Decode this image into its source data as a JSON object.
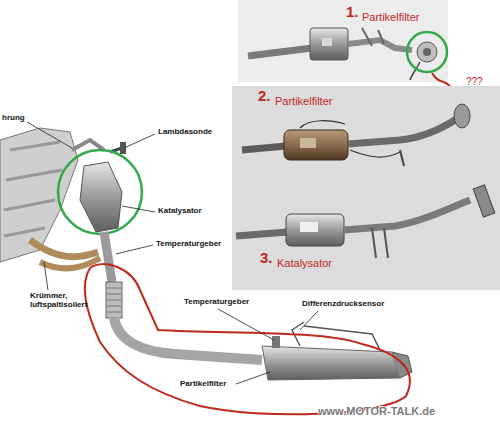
{
  "diagram": {
    "labels": [
      "1.",
      "Partikelfilter",
      "???",
      "2.",
      "Partikelfilter",
      "3.",
      "Katalysator",
      "hrung",
      "Lambdasonde",
      "Katalysator",
      "Temperaturgeber",
      "Krümmer, luftspaltisoliert",
      "Temperaturgeber",
      "Differenzdrucksensor",
      "Partikelfilter",
      "www.MOTOR-TALK.de"
    ]
  }
}
